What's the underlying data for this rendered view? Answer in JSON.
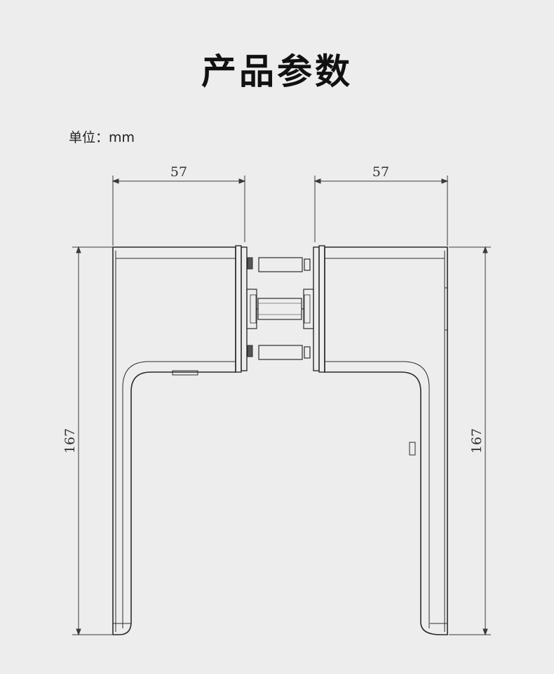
{
  "title": "产品参数",
  "unit_label": "单位：mm",
  "dimensions": {
    "left_width": "57",
    "right_width": "57",
    "left_height": "167",
    "right_height": "167"
  }
}
